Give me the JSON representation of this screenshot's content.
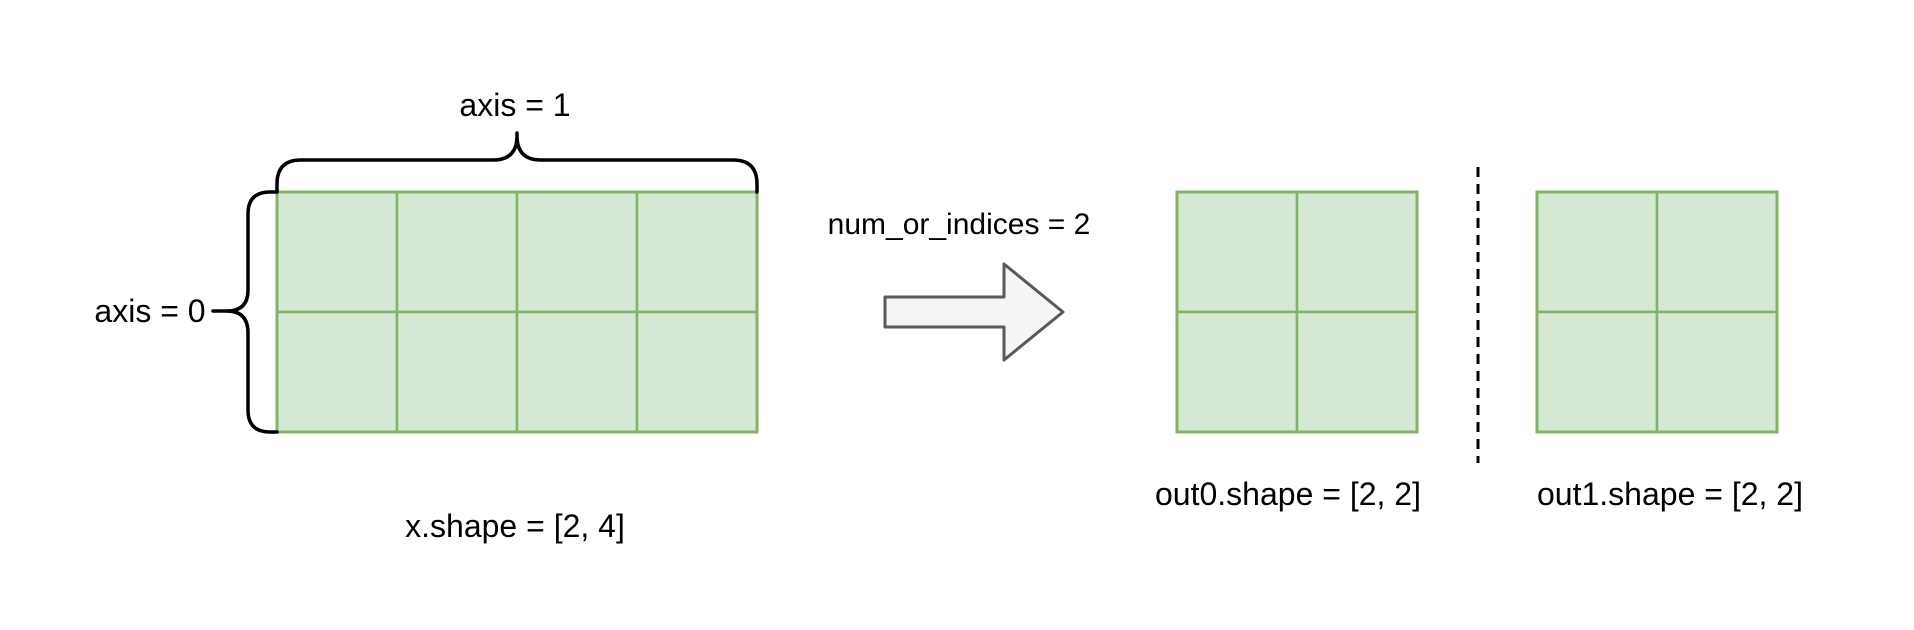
{
  "diagram": {
    "input": {
      "axis1_label": "axis = 1",
      "axis0_label": "axis = 0",
      "shape_label": "x.shape = [2, 4]",
      "rows": 2,
      "cols": 4
    },
    "operation": {
      "param_label": "num_or_indices = 2"
    },
    "outputs": [
      {
        "shape_label": "out0.shape = [2, 2]",
        "rows": 2,
        "cols": 2
      },
      {
        "shape_label": "out1.shape = [2, 2]",
        "rows": 2,
        "cols": 2
      }
    ],
    "colors": {
      "cell_fill": "#d5e8d4",
      "cell_stroke": "#82b366",
      "arrow_fill": "#f5f5f5",
      "arrow_stroke": "#595959",
      "line_color": "#000000"
    }
  }
}
